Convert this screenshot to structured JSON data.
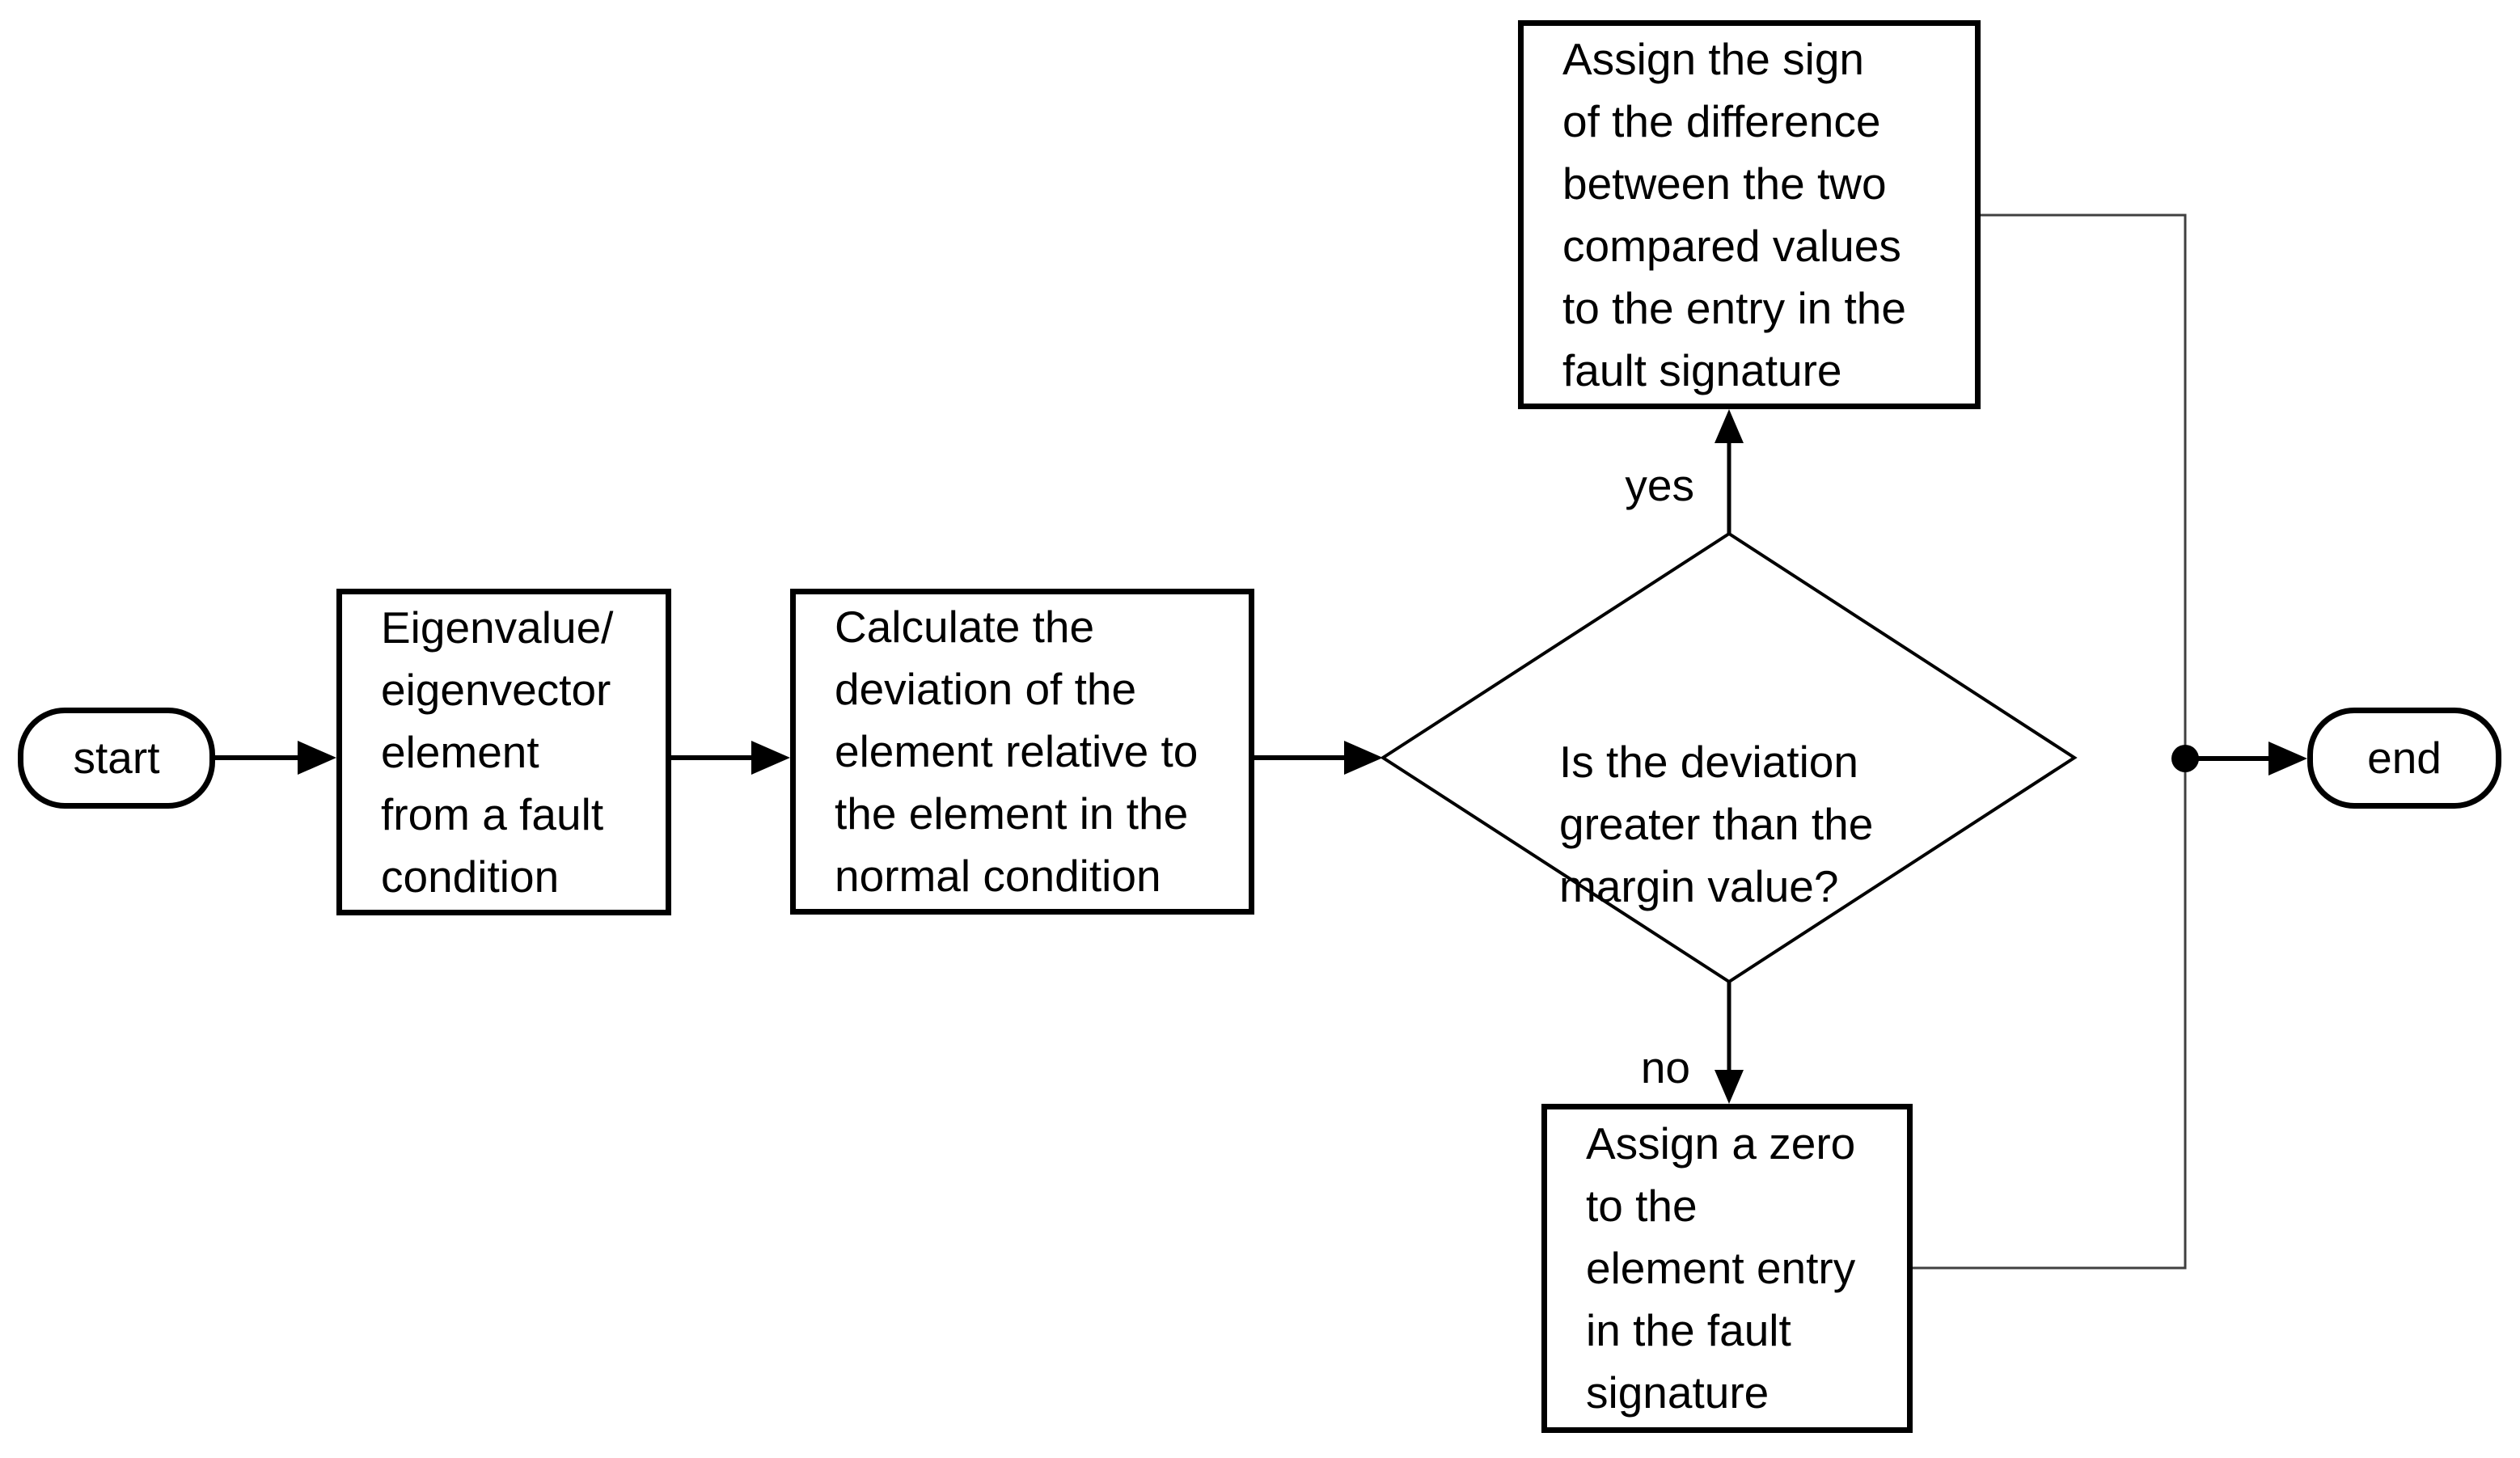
{
  "diagram": {
    "title_semantics": "fault signature construction flowchart",
    "colors": {
      "background": "#ffffff",
      "node_stroke": "#000000",
      "text": "#000000",
      "connector_thin": "#404040"
    },
    "nodes": {
      "start": {
        "label": "start",
        "type": "terminator"
      },
      "eigen": {
        "label": [
          "Eigenvalue/",
          "eigenvector",
          "element",
          "from a fault",
          "condition"
        ],
        "type": "process"
      },
      "calculate": {
        "label": [
          "Calculate the",
          "deviation of the",
          "element relative to",
          "the element in the",
          "normal condition"
        ],
        "type": "process"
      },
      "decision": {
        "label": [
          "Is the deviation",
          "greater than the",
          "margin value?"
        ],
        "type": "decision"
      },
      "assign_sign": {
        "label": [
          "Assign the sign",
          "of the difference",
          "between the two",
          "compared values",
          "to the entry in the",
          "fault signature"
        ],
        "type": "process"
      },
      "assign_zero": {
        "label": [
          "Assign a zero",
          "to the",
          "element entry",
          "in the fault",
          "signature"
        ],
        "type": "process"
      },
      "end": {
        "label": "end",
        "type": "terminator"
      }
    },
    "edge_labels": {
      "yes": "yes",
      "no": "no"
    }
  }
}
